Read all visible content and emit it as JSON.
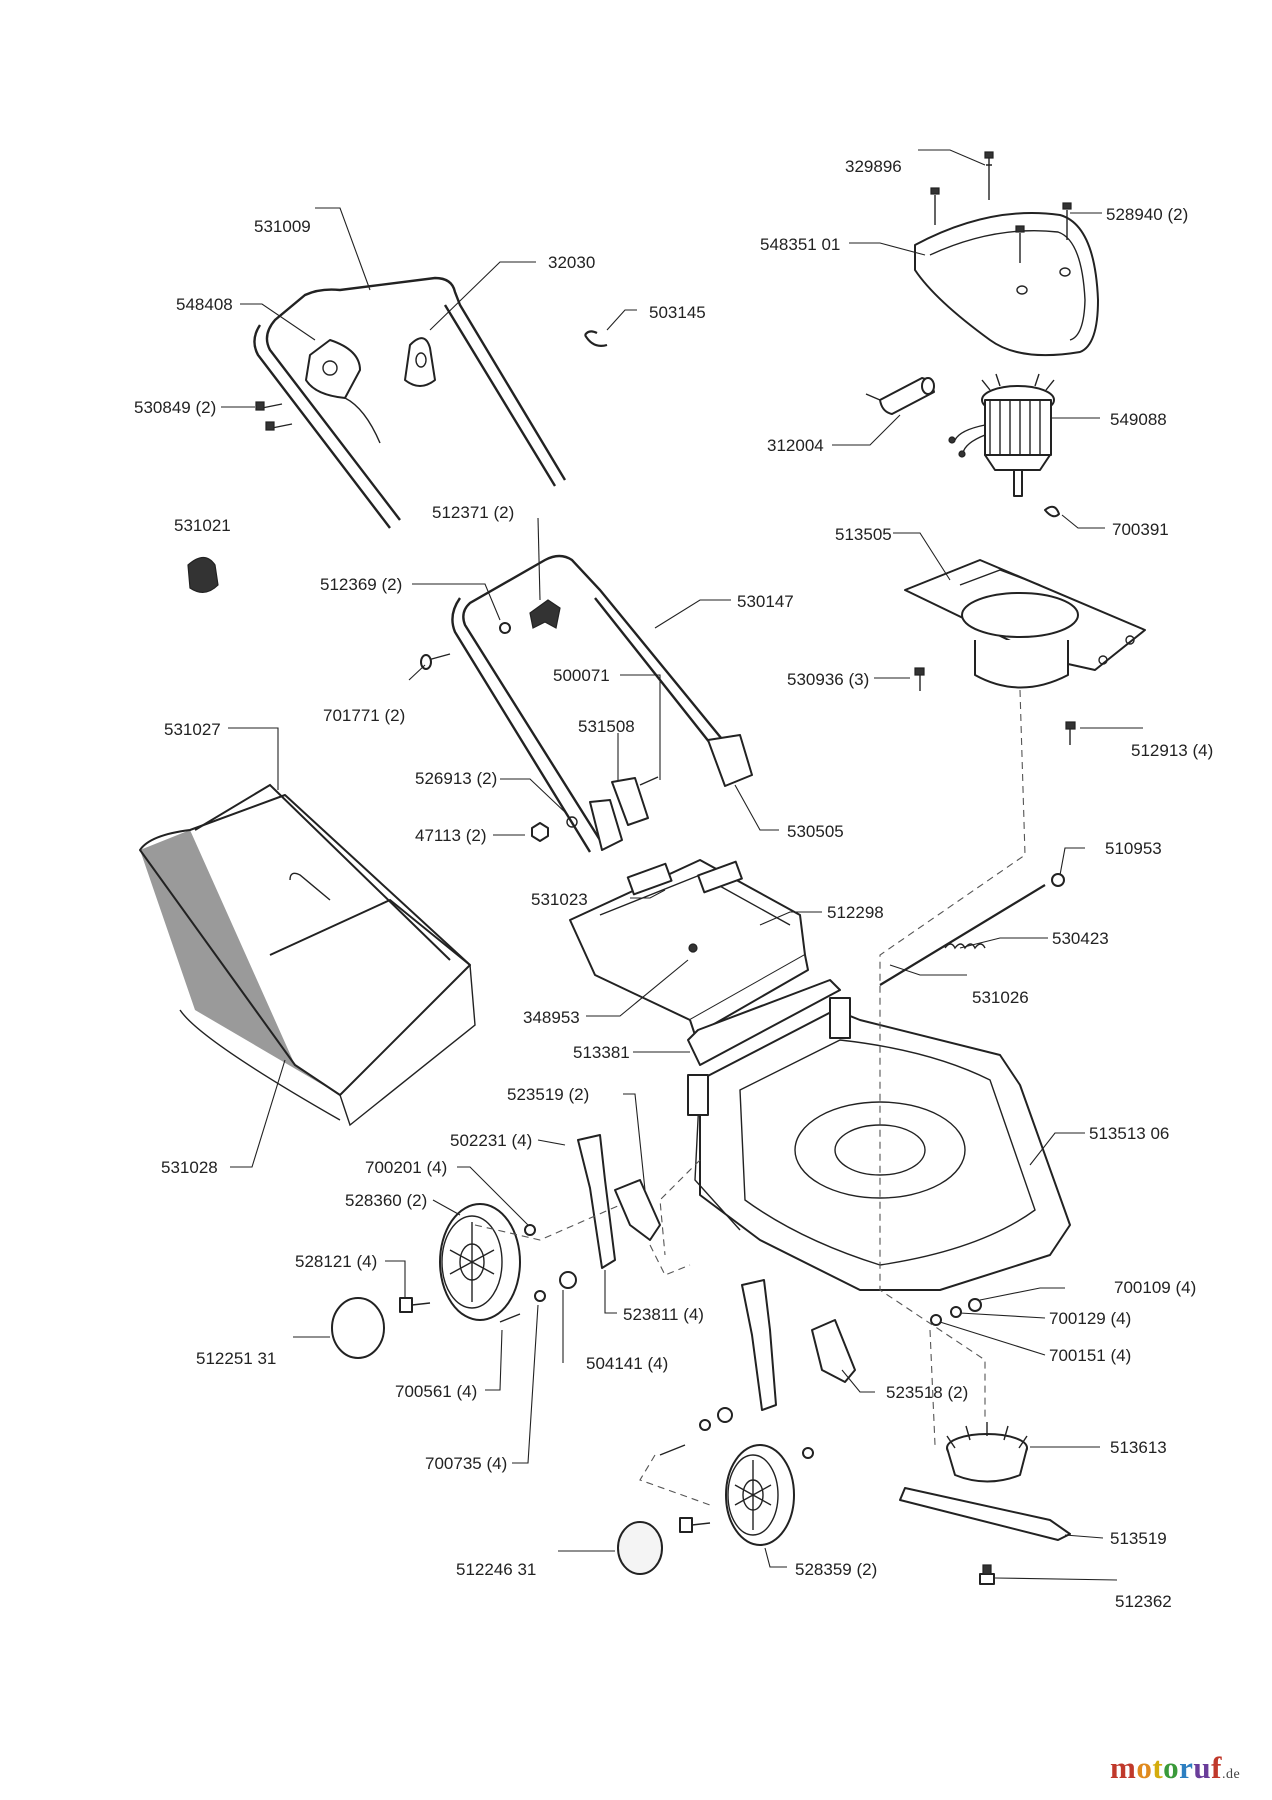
{
  "labels": [
    "329896",
    "528940 (2)",
    "548351 01",
    "531009",
    "32030",
    "548408",
    "503145",
    "530849 (2)",
    "549088",
    "312004",
    "700391",
    "531021",
    "512371 (2)",
    "513505",
    "512369 (2)",
    "530147",
    "530936 (3)",
    "701771 (2)",
    "500071",
    "512913 (4)",
    "531508",
    "531027",
    "526913 (2)",
    "530505",
    "47113 (2)",
    "510953",
    "531023",
    "512298",
    "530423",
    "348953",
    "531026",
    "513381",
    "523519 (2)",
    "513513 06",
    "502231 (4)",
    "700201 (4)",
    "528360 (2)",
    "700109 (4)",
    "528121 (4)",
    "700129 (4)",
    "523811 (4)",
    "700151 (4)",
    "512251 31",
    "504141 (4)",
    "700561 (4)",
    "523518 (2)",
    "513613",
    "700735 (4)",
    "513519",
    "512246 31",
    "528359 (2)",
    "512362",
    "531028"
  ],
  "brand": {
    "letters": [
      "m",
      "o",
      "t",
      "o",
      "r",
      "u",
      "f"
    ],
    "suffix": ".de",
    "colors": [
      "#c0392b",
      "#e08a1e",
      "#e6c229",
      "#3a9a3a",
      "#2d7fc1",
      "#6a3d9a",
      "#c0392b"
    ]
  }
}
